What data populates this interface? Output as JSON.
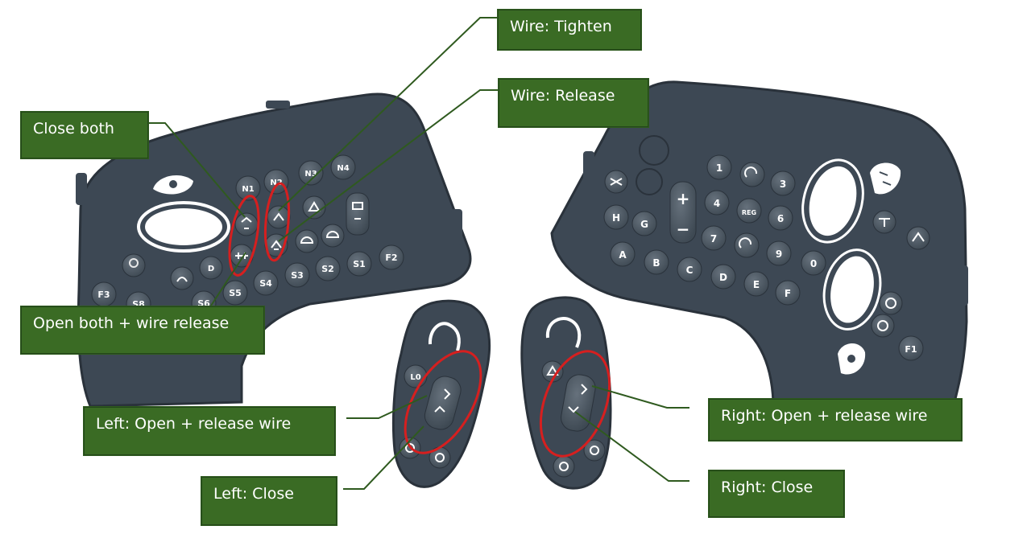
{
  "callouts": {
    "wire_tighten": "Wire: Tighten",
    "wire_release": "Wire: Release",
    "close_both": "Close both",
    "open_both": "Open both + wire release",
    "left_open": "Left: Open + release wire",
    "left_close": "Left: Close",
    "right_open": "Right: Open + release wire",
    "right_close": "Right: Close"
  },
  "left_panel": {
    "keys": {
      "n1": "N1",
      "n2": "N2",
      "n3": "N3",
      "n4": "N4",
      "s1": "S1",
      "s2": "S2",
      "s3": "S3",
      "s4": "S4",
      "s5": "S5",
      "s6": "S6",
      "s8": "S8",
      "f2": "F2",
      "f3": "F3",
      "d": "D"
    }
  },
  "right_panel": {
    "keys": {
      "k1": "1",
      "k3": "3",
      "k4": "4",
      "k6": "6",
      "k7": "7",
      "k9": "9",
      "k0": "0",
      "reg": "REG",
      "h": "H",
      "g": "G",
      "plus": "+",
      "minus": "−",
      "a": "A",
      "b": "B",
      "c": "C",
      "d": "D",
      "e": "E",
      "f": "F",
      "f1": "F1"
    }
  },
  "left_handle": {
    "key_lo": "L0"
  },
  "colors": {
    "panel": "#3d4854",
    "panel_outline": "#2a323b",
    "key": "#4f5b67",
    "highlight_ring": "#d61f1f",
    "callout_bg": "#3a6b24",
    "leader_line": "#2f5a1f"
  }
}
